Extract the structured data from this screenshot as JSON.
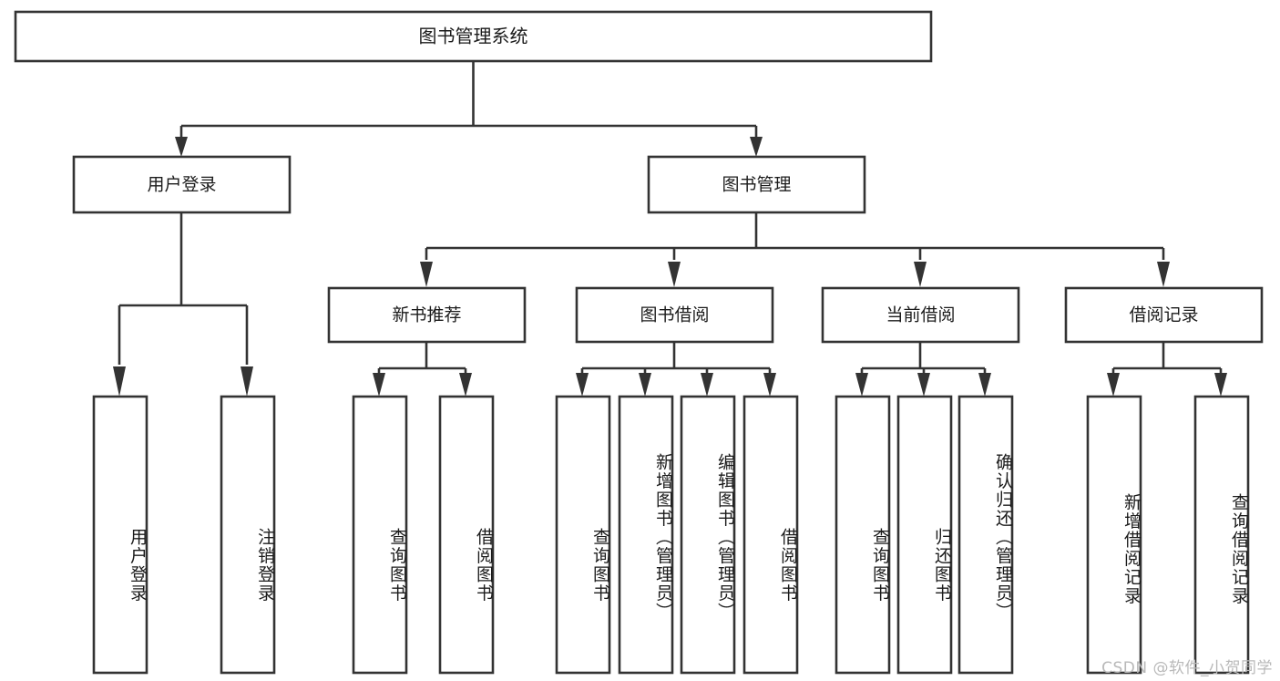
{
  "diagram": {
    "type": "tree-hierarchy",
    "title": "图书管理系统",
    "root": {
      "id": "root",
      "label": "图书管理系统"
    },
    "level1": [
      {
        "id": "user-login",
        "label": "用户登录"
      },
      {
        "id": "book-management",
        "label": "图书管理"
      }
    ],
    "level2": [
      {
        "id": "new-book-recommend",
        "label": "新书推荐",
        "parent": "book-management"
      },
      {
        "id": "book-borrow",
        "label": "图书借阅",
        "parent": "book-management"
      },
      {
        "id": "current-borrow",
        "label": "当前借阅",
        "parent": "book-management"
      },
      {
        "id": "borrow-record",
        "label": "借阅记录",
        "parent": "book-management"
      }
    ],
    "leaves": [
      {
        "id": "leaf-user-login",
        "label": "用户登录",
        "parent": "user-login"
      },
      {
        "id": "leaf-logout-login",
        "label": "注销登录",
        "parent": "user-login"
      },
      {
        "id": "leaf-query-book-1",
        "label": "查询图书",
        "parent": "new-book-recommend"
      },
      {
        "id": "leaf-borrow-book-1",
        "label": "借阅图书",
        "parent": "new-book-recommend"
      },
      {
        "id": "leaf-query-book-2",
        "label": "查询图书",
        "parent": "book-borrow"
      },
      {
        "id": "leaf-add-book",
        "label": "新增图书（管理员）",
        "parent": "book-borrow"
      },
      {
        "id": "leaf-edit-book",
        "label": "编辑图书（管理员）",
        "parent": "book-borrow"
      },
      {
        "id": "leaf-borrow-book-2",
        "label": "借阅图书",
        "parent": "book-borrow"
      },
      {
        "id": "leaf-query-book-3",
        "label": "查询图书",
        "parent": "current-borrow"
      },
      {
        "id": "leaf-return-book",
        "label": "归还图书",
        "parent": "current-borrow"
      },
      {
        "id": "leaf-confirm-return",
        "label": "确认归还（管理员）",
        "parent": "current-borrow"
      },
      {
        "id": "leaf-add-record",
        "label": "新增借阅记录",
        "parent": "borrow-record"
      },
      {
        "id": "leaf-query-record",
        "label": "查询借阅记录",
        "parent": "borrow-record"
      }
    ],
    "colors": {
      "box_stroke": "#333333",
      "box_fill": "#ffffff",
      "text": "#1b1b1b",
      "background": "#ffffff",
      "watermark": "#b9b9b9"
    }
  },
  "watermark": {
    "text": "CSDN @软件_小贺同学"
  }
}
